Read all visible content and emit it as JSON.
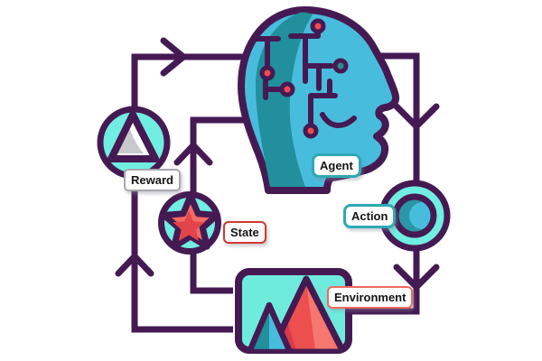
{
  "nodes": {
    "agent": {
      "label": "Agent",
      "icon": "circuit-head-icon",
      "accent": "#2ea9b3"
    },
    "reward": {
      "label": "Reward",
      "icon": "triangle-icon",
      "accent": "#a7a7ad"
    },
    "state": {
      "label": "State",
      "icon": "star-icon",
      "accent": "#d23730"
    },
    "action": {
      "label": "Action",
      "icon": "eye-circle-icon",
      "accent": "#2ea9b3"
    },
    "environment": {
      "label": "Environment",
      "icon": "mountains-icon",
      "accent": "#f2685f"
    }
  },
  "edges": [
    {
      "from": "agent",
      "to": "action"
    },
    {
      "from": "action",
      "to": "environment"
    },
    {
      "from": "environment",
      "to": "state"
    },
    {
      "from": "state",
      "to": "agent"
    },
    {
      "from": "environment",
      "to": "reward"
    },
    {
      "from": "reward",
      "to": "agent"
    }
  ],
  "colors": {
    "outline": "#451a53",
    "node_fill": "#70eee2",
    "head_blue": "#48bcdd",
    "head_teal": "#218f9c",
    "red": "#ef4b4f",
    "background": "#ffffff"
  }
}
